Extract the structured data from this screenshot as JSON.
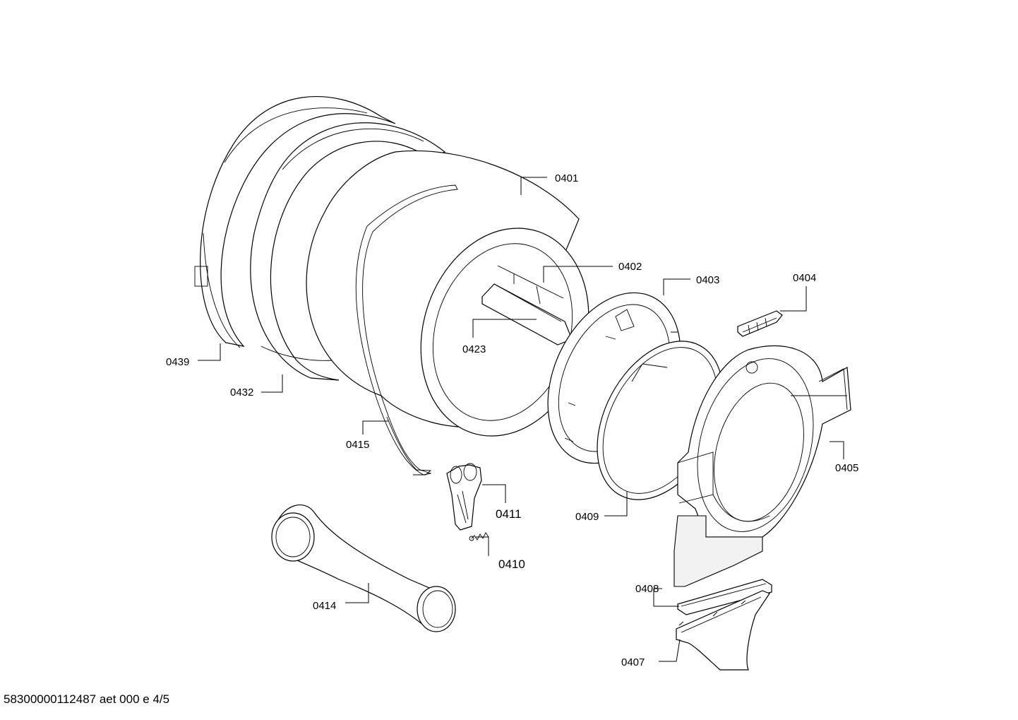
{
  "labels": {
    "p0401": "0401",
    "p0402": "0402",
    "p0403": "0403",
    "p0404": "0404",
    "p0405": "0405",
    "p0407": "0407",
    "p0408": "0408",
    "p0409": "0409",
    "p0410": "0410",
    "p0411": "0411",
    "p0414": "0414",
    "p0415": "0415",
    "p0423": "0423",
    "p0432": "0432",
    "p0439": "0439"
  },
  "footer": "58300000112487 aet 000 e 4/5"
}
